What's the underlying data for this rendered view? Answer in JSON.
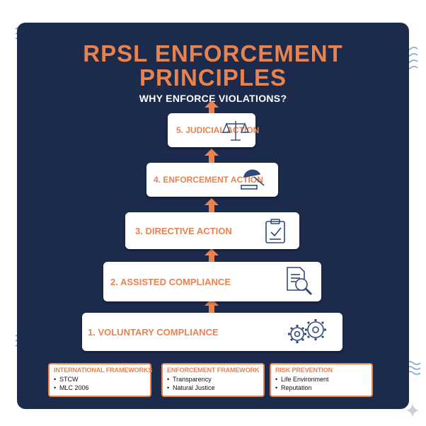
{
  "title": {
    "line1": "RPSL ENFORCEMENT",
    "line2": "PRINCIPLES"
  },
  "subtitle": "WHY ENFORCE VIOLATIONS?",
  "steps": [
    {
      "label": "5. JUDICIAL ACTION",
      "icon": "scales-icon"
    },
    {
      "label": "4. ENFORCEMENT ACTION",
      "icon": "gavel-icon"
    },
    {
      "label": "3. DIRECTIVE ACTION",
      "icon": "clipboard-check-icon"
    },
    {
      "label": "2. ASSISTED COMPLIANCE",
      "icon": "document-search-icon"
    },
    {
      "label": "1. VOLUNTARY COMPLIANCE",
      "icon": "gears-icon"
    }
  ],
  "cards": [
    {
      "title": "INTERNATIONAL FRAMEWORKS",
      "items": [
        "STCW",
        "MLC 2006"
      ]
    },
    {
      "title": "ENFORCEMENT FRAMEWORK",
      "items": [
        "Transparency",
        "Natural Justice"
      ]
    },
    {
      "title": "RISK PREVENTION",
      "items": [
        "Life Environment",
        "Reputation"
      ]
    }
  ],
  "colors": {
    "panel": "#1c2a4c",
    "accent": "#e8834f",
    "icon": "#2f4a7a"
  }
}
